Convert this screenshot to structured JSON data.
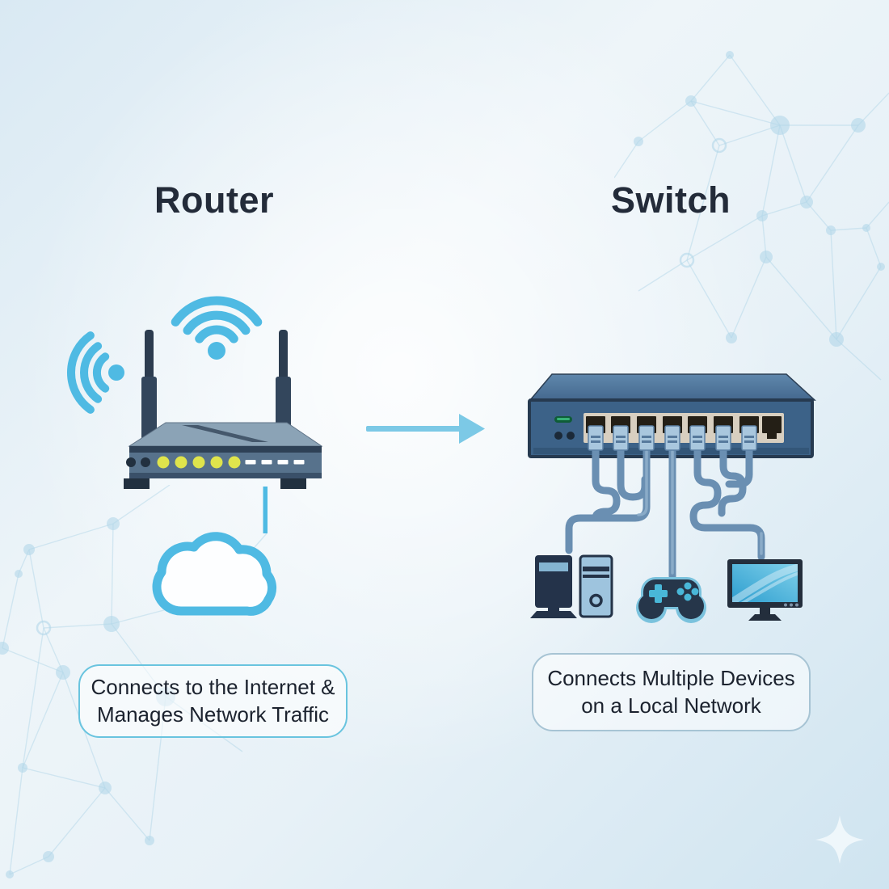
{
  "diagram": {
    "left": {
      "title": "Router",
      "caption_line1": "Connects to the Internet &",
      "caption_line2": "Manages Network Traffic"
    },
    "right": {
      "title": "Switch",
      "caption_line1": "Connects Multiple Devices",
      "caption_line2": "on a Local Network"
    }
  },
  "router": {
    "antennas": 2,
    "wifi_signals": 2,
    "front_leds": {
      "dark_dots": 2,
      "yellow_dots": 5,
      "white_dashes": 4
    },
    "connected_to": "cloud (Internet)"
  },
  "switch": {
    "ports": 8,
    "connected_cables": 7,
    "status_led": "green",
    "connected_devices": [
      "desktop computer",
      "tower pc",
      "game controller",
      "monitor"
    ]
  },
  "icons": {
    "wifi_signal": "wifi-signal-icon (three arcs + dot)",
    "antenna": "antenna-icon (rod)",
    "cloud": "cloud-icon (outlined cloud)",
    "arrow_right": "arrow-right-icon (shaft + triangle head)",
    "network_switch": "network-switch-icon (box with 8 RJ45 ports)",
    "ethernet_cable": "ethernet-cable (curved blue cord)",
    "desktop_computer": "desktop-computer-icon",
    "tower_pc": "tower-pc-icon",
    "game_controller": "game-controller-icon",
    "monitor": "monitor-icon",
    "network_mesh": "network-mesh-decoration (nodes + lines)",
    "sparkle": "sparkle-icon (4-point star)"
  },
  "colors": {
    "accent_blue": "#4fbae3",
    "arrow_blue": "#7cc9e6",
    "device_navy": "#24334a",
    "router_top": "#8ba3b6",
    "router_front": "#57728c",
    "switch_top": "#527aa2",
    "switch_front": "#3c6288",
    "port_panel": "#d8cfc0",
    "cable_blue": "#6a8fb2",
    "led_yellow": "#dfe44c",
    "led_green": "#0f5c38",
    "screen_blue": "#45aed8",
    "text_dark": "#232b39",
    "caption_border_left": "#69c4df",
    "caption_border_right": "#a7c4d4",
    "background_edge": "#cfe4f0",
    "background_center": "#f4f8fb"
  }
}
